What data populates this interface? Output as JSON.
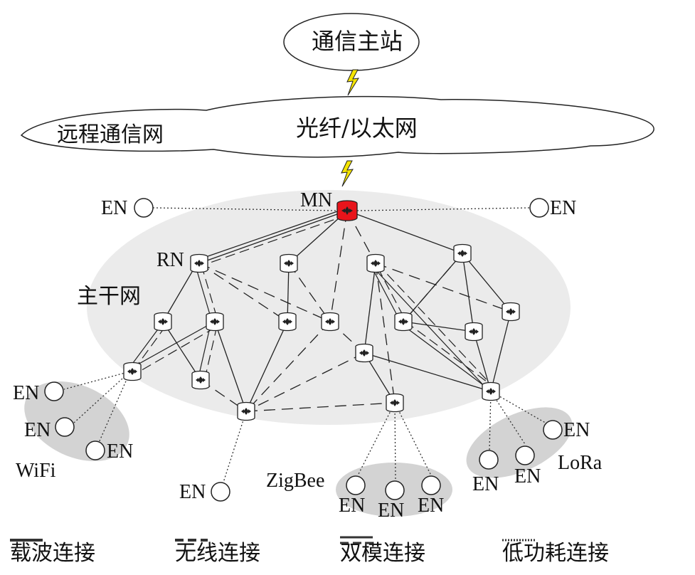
{
  "clouds": {
    "station": "通信主站",
    "remote_network": "远程通信网",
    "fiber": "光纤/以太网"
  },
  "labels": {
    "mn": "MN",
    "rn": "RN",
    "backbone": "主干网",
    "en": "EN",
    "wifi": "WiFi",
    "zigbee": "ZigBee",
    "lora": "LoRa"
  },
  "legend": [
    {
      "style": "solid",
      "label": "载波连接"
    },
    {
      "style": "dashed",
      "label": "无线连接"
    },
    {
      "style": "double",
      "label": "双模连接"
    },
    {
      "style": "dotted",
      "label": "低功耗连接"
    }
  ],
  "colors": {
    "master_node": "#e8141b",
    "relay_node": "#ffffff",
    "backbone_region": "#ebebeb",
    "cluster_region": "#d3d3d3",
    "lightning": "#f5e400",
    "line": "#222222"
  }
}
